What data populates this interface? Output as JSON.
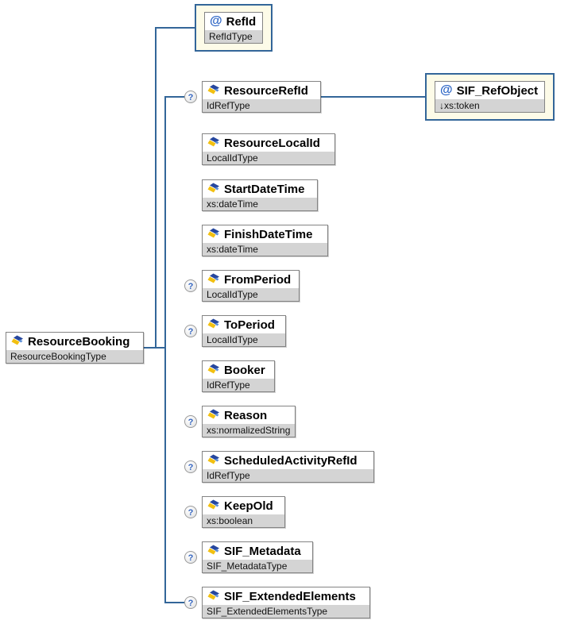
{
  "root": {
    "label": "ResourceBooking",
    "type": "ResourceBookingType"
  },
  "attribute": {
    "marker": "@",
    "label": "RefId",
    "type": "RefIdType"
  },
  "ref_object": {
    "marker": "@",
    "label": "SIF_RefObject",
    "type": "↓xs:token"
  },
  "optional_marker": "?",
  "children": [
    {
      "label": "ResourceRefId",
      "type": "IdRefType",
      "optional": true
    },
    {
      "label": "ResourceLocalId",
      "type": "LocalIdType",
      "optional": false
    },
    {
      "label": "StartDateTime",
      "type": "xs:dateTime",
      "optional": false
    },
    {
      "label": "FinishDateTime",
      "type": "xs:dateTime",
      "optional": false
    },
    {
      "label": "FromPeriod",
      "type": "LocalIdType",
      "optional": true
    },
    {
      "label": "ToPeriod",
      "type": "LocalIdType",
      "optional": true
    },
    {
      "label": "Booker",
      "type": "IdRefType",
      "optional": false
    },
    {
      "label": "Reason",
      "type": "xs:normalizedString",
      "optional": true
    },
    {
      "label": "ScheduledActivityRefId",
      "type": "IdRefType",
      "optional": true
    },
    {
      "label": "KeepOld",
      "type": "xs:boolean",
      "optional": true
    },
    {
      "label": "SIF_Metadata",
      "type": "SIF_MetadataType",
      "optional": true
    },
    {
      "label": "SIF_ExtendedElements",
      "type": "SIF_ExtendedElementsType",
      "optional": true
    }
  ],
  "colors": {
    "connector": "#336699",
    "subtitle_bg": "#d4d4d4",
    "frame_bg": "#fdfbe8",
    "optional_text": "#3465c0",
    "at_sign": "#2b64c5"
  }
}
